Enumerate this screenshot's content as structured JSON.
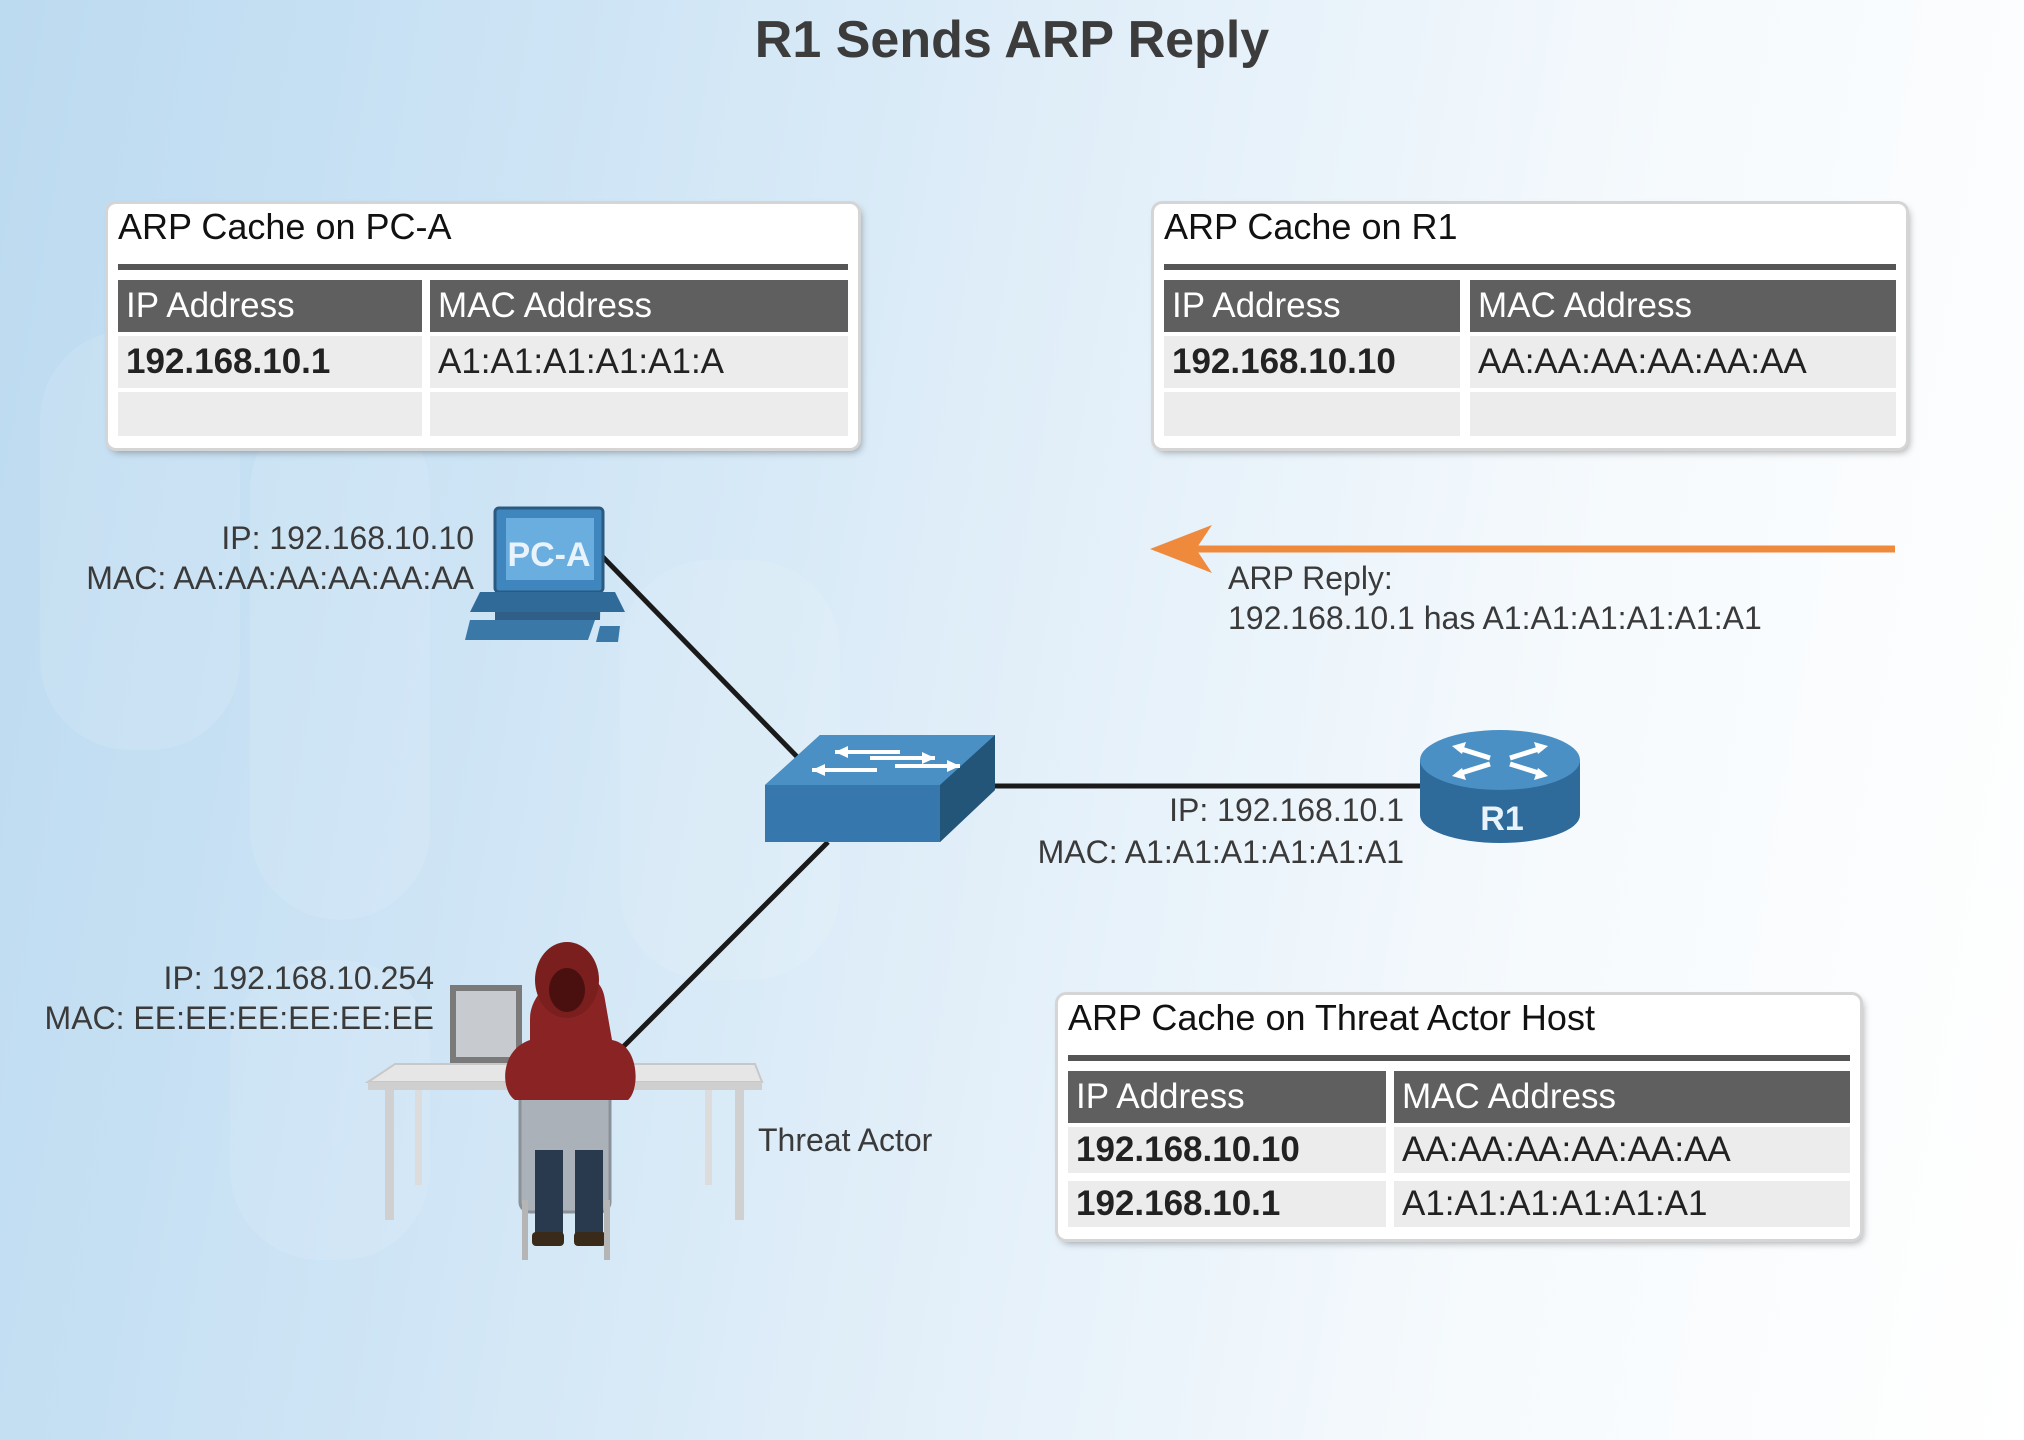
{
  "title": "R1 Sends ARP Reply",
  "caches": {
    "pc_a": {
      "title": "ARP Cache on PC-A",
      "columns": [
        "IP Address",
        "MAC Address"
      ],
      "rows": [
        {
          "ip": "192.168.10.1",
          "mac": "A1:A1:A1:A1:A1:A"
        },
        {
          "ip": "",
          "mac": ""
        }
      ]
    },
    "r1": {
      "title": "ARP Cache on R1",
      "columns": [
        "IP Address",
        "MAC Address"
      ],
      "rows": [
        {
          "ip": "192.168.10.10",
          "mac": "AA:AA:AA:AA:AA:AA"
        },
        {
          "ip": "",
          "mac": ""
        }
      ]
    },
    "threat_actor": {
      "title": "ARP Cache on Threat Actor Host",
      "columns": [
        "IP Address",
        "MAC Address"
      ],
      "rows": [
        {
          "ip": "192.168.10.10",
          "mac": "AA:AA:AA:AA:AA:AA"
        },
        {
          "ip": "192.168.10.1",
          "mac": "A1:A1:A1:A1:A1:A1"
        }
      ]
    }
  },
  "devices": {
    "pc_a": {
      "name": "PC-A",
      "ip": "IP: 192.168.10.10",
      "mac": "MAC: AA:AA:AA:AA:AA:AA"
    },
    "r1": {
      "name": "R1",
      "ip": "IP: 192.168.10.1",
      "mac": "MAC: A1:A1:A1:A1:A1:A1"
    },
    "threat_actor": {
      "name": "Threat Actor",
      "ip": "IP: 192.168.10.254",
      "mac": "MAC: EE:EE:EE:EE:EE:EE"
    }
  },
  "arp_reply": {
    "heading": "ARP Reply:",
    "text": "192.168.10.1 has A1:A1:A1:A1:A1:A1",
    "color": "#ef8a3c"
  },
  "colors": {
    "device_blue": "#3a7bb0",
    "header_gray": "#5f5f5f",
    "hood_red": "#8a2424"
  },
  "icons": [
    "pc-icon",
    "switch-icon",
    "router-icon",
    "threat-actor-icon"
  ]
}
